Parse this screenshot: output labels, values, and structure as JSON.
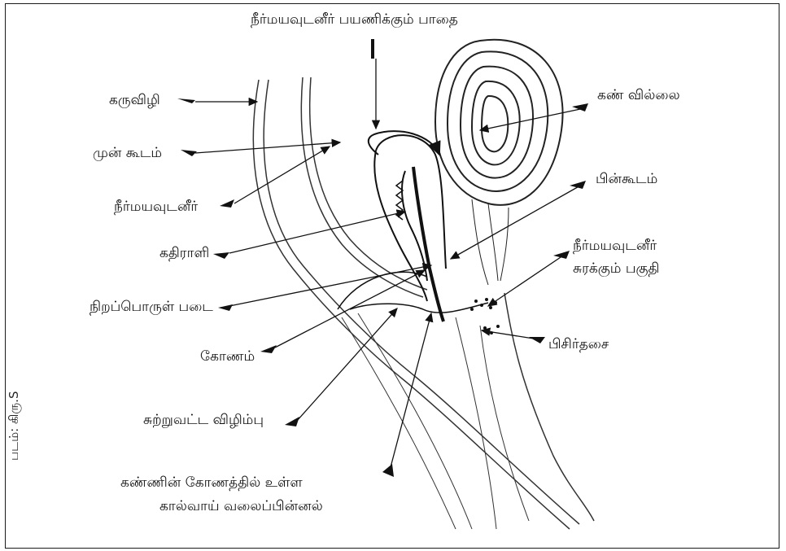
{
  "labels": {
    "title_path": "நீர்மயவுடனீர் பயணிக்கும் பாதை",
    "cornea": "கருவிழி",
    "anterior_chamber": "முன் கூடம்",
    "aqueous_humor": "நீர்மயவுடனீர்",
    "ciliary_body": "கதிராளி",
    "iris": "நிறப்பொருள் படை",
    "angle": "கோணம்",
    "limbus": "சுற்றுவட்ட விழிம்பு",
    "canal_line1": "கண்ணின் கோணத்தில் உள்ள",
    "canal_line2": "கால்வாய் வலைப்பின்னல்",
    "lens": "கண் வில்லை",
    "posterior_chamber": "பின்கூடம்",
    "secretion_line1": "நீர்மயவுடனீர்",
    "secretion_line2": "சுரக்கும் பகுதி",
    "muscle": "பிசிர்தசை"
  },
  "credit": "படம்: கிரு.S",
  "colors": {
    "ink": "#111111",
    "frame": "#1a1a1a"
  }
}
